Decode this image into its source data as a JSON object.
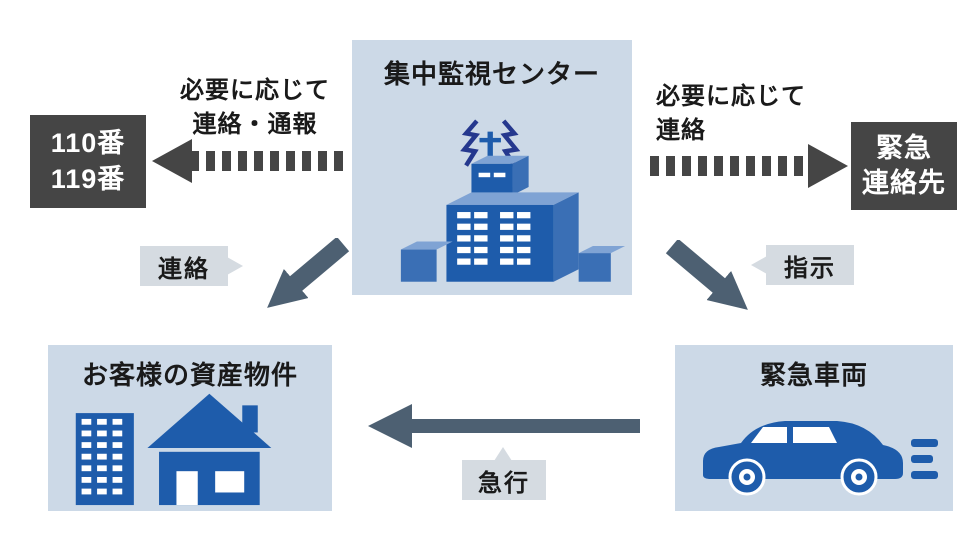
{
  "colors": {
    "panel_bg": "#ccd9e7",
    "dark_box_bg": "#454545",
    "building_blue": "#1e5cab",
    "building_blue_side": "#3a6fb5",
    "building_blue_top": "#7fa3d4",
    "bolt_navy": "#25388e",
    "solid_arrow": "#4d6072",
    "dashed_arrow": "#454545",
    "chip_bg": "#d5dbe1",
    "text_dark": "#1a1a1a"
  },
  "center_panel": {
    "title": "集中監視センター"
  },
  "left_terminal": {
    "lines": [
      "110番",
      "119番"
    ]
  },
  "right_terminal": {
    "lines": [
      "緊急",
      "連絡先"
    ]
  },
  "left_flow": {
    "label_lines": [
      "必要に応じて",
      "連絡・通報"
    ]
  },
  "right_flow": {
    "label_lines": [
      "必要に応じて",
      "連絡"
    ]
  },
  "chips": {
    "contact": "連絡",
    "instruct": "指示",
    "rush": "急行"
  },
  "property_panel": {
    "title": "お客様の資産物件"
  },
  "vehicle_panel": {
    "title": "緊急車両"
  }
}
